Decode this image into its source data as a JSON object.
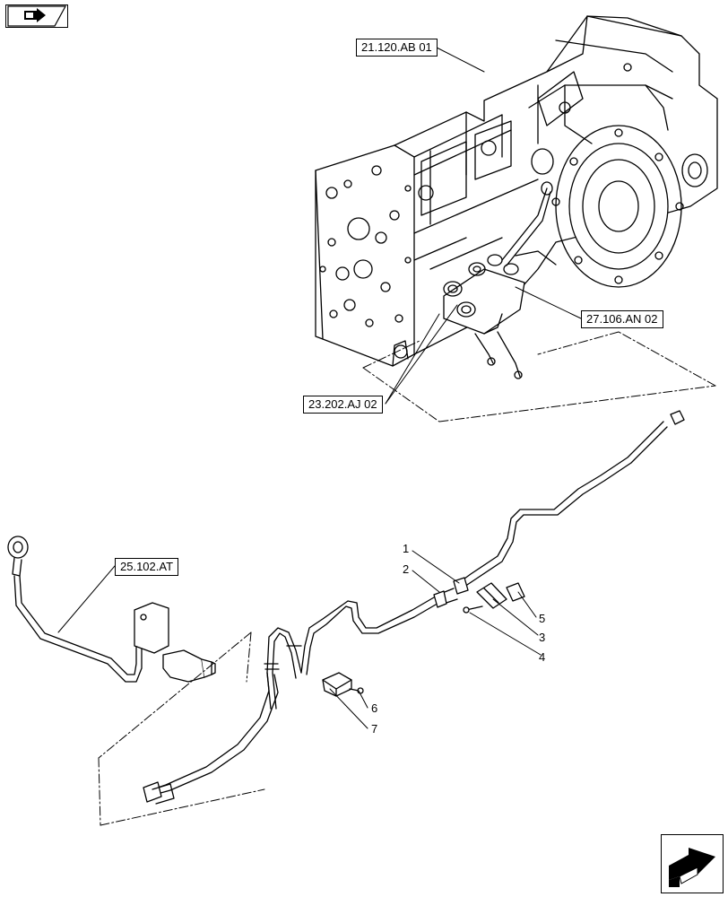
{
  "references": {
    "transmission_housing": "21.120.AB 01",
    "valve_block": "27.106.AN 02",
    "control_valve": "23.202.AJ 02",
    "pipe_assembly": "25.102.AT"
  },
  "callouts": [
    "1",
    "2",
    "3",
    "4",
    "5",
    "6",
    "7"
  ],
  "icons": {
    "top_left": "book-arrow-icon",
    "bottom_right": "next-page-arrow-icon"
  },
  "colors": {
    "line": "#000000",
    "background": "#ffffff"
  }
}
